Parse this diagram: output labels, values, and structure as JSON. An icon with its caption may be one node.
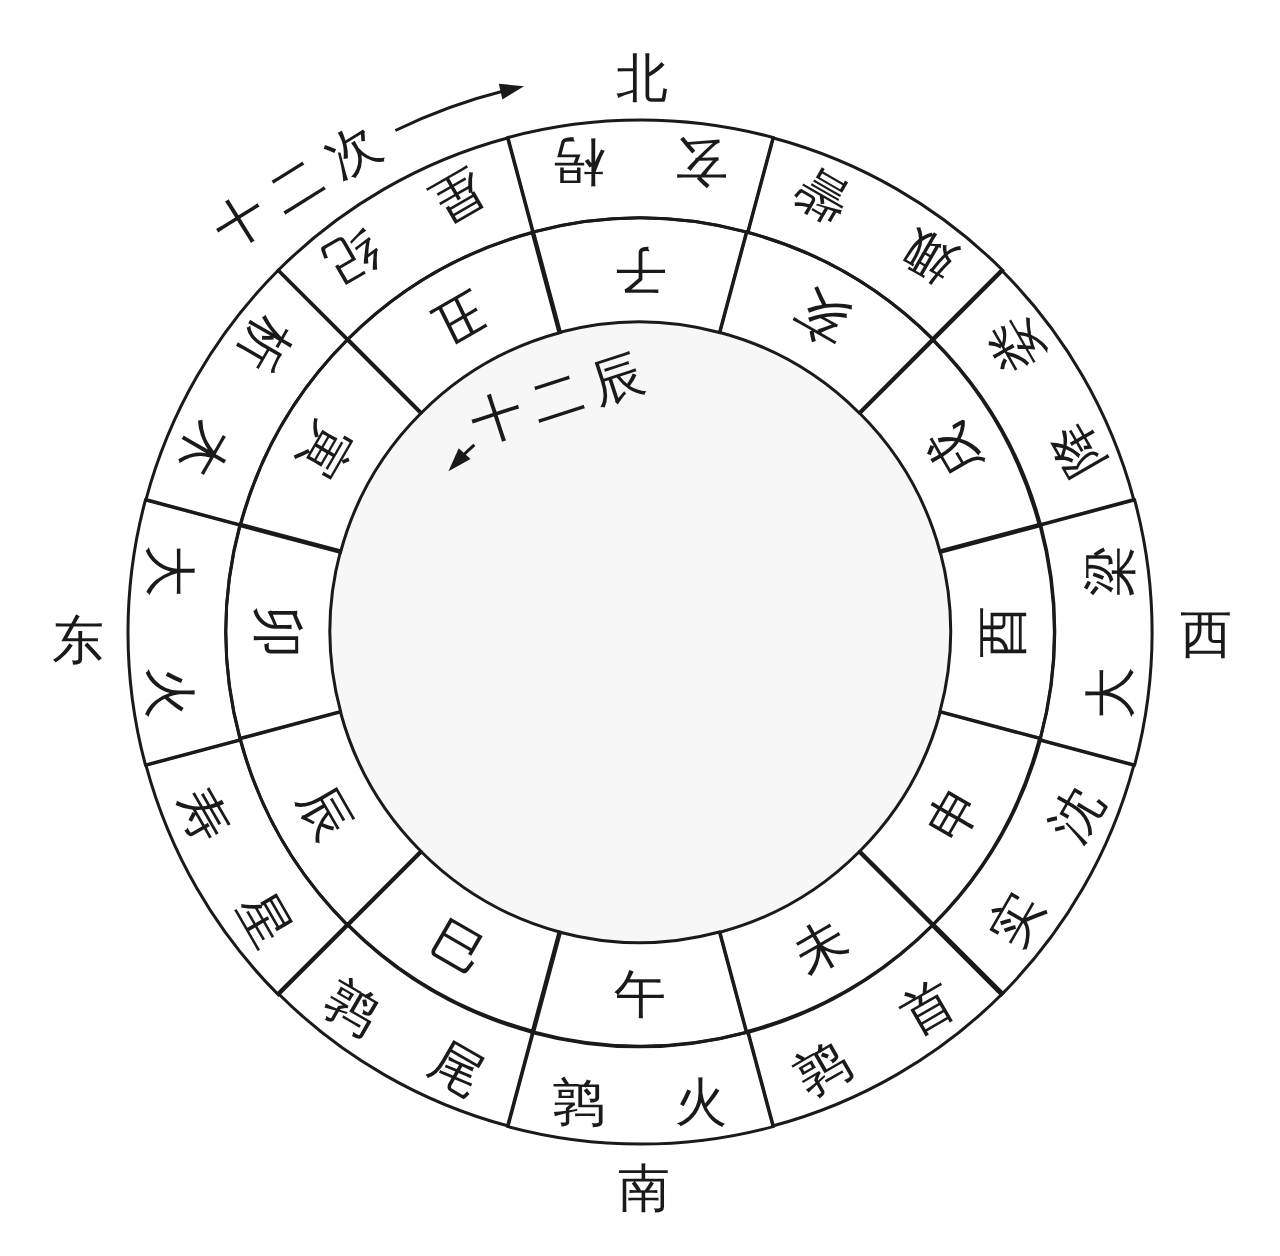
{
  "diagram": {
    "nodes": [
      {
        "text": [
          "星纪"
        ]
      },
      {
        "text": [
          "玄枵"
        ]
      },
      {
        "text": [
          "娵訾"
        ]
      },
      {
        "text": [
          "降娄"
        ]
      },
      {
        "text": [
          "大梁"
        ]
      },
      {
        "text": [
          "实沈"
        ]
      },
      {
        "text": [
          "鹑首"
        ]
      },
      {
        "text": [
          "鹑火"
        ]
      },
      {
        "text": [
          "鹑尾"
        ]
      },
      {
        "text": [
          "寿星"
        ]
      },
      {
        "text": [
          "大火"
        ]
      },
      {
        "text": [
          "析木"
        ]
      },
      {
        "text": [
          "子"
        ]
      },
      {
        "text": [
          "丑"
        ]
      },
      {
        "text": [
          "寅"
        ]
      },
      {
        "text": [
          "卯"
        ]
      },
      {
        "text": [
          "辰"
        ]
      },
      {
        "text": [
          "巳"
        ]
      },
      {
        "text": [
          "午"
        ]
      },
      {
        "text": [
          "未"
        ]
      },
      {
        "text": [
          "申"
        ]
      },
      {
        "text": [
          "酉"
        ]
      },
      {
        "text": [
          "戌"
        ]
      },
      {
        "text": [
          "亥"
        ]
      }
    ],
    "labels": [
      "北",
      "十二次",
      "十二辰",
      "东",
      "西",
      "南"
    ]
  }
}
